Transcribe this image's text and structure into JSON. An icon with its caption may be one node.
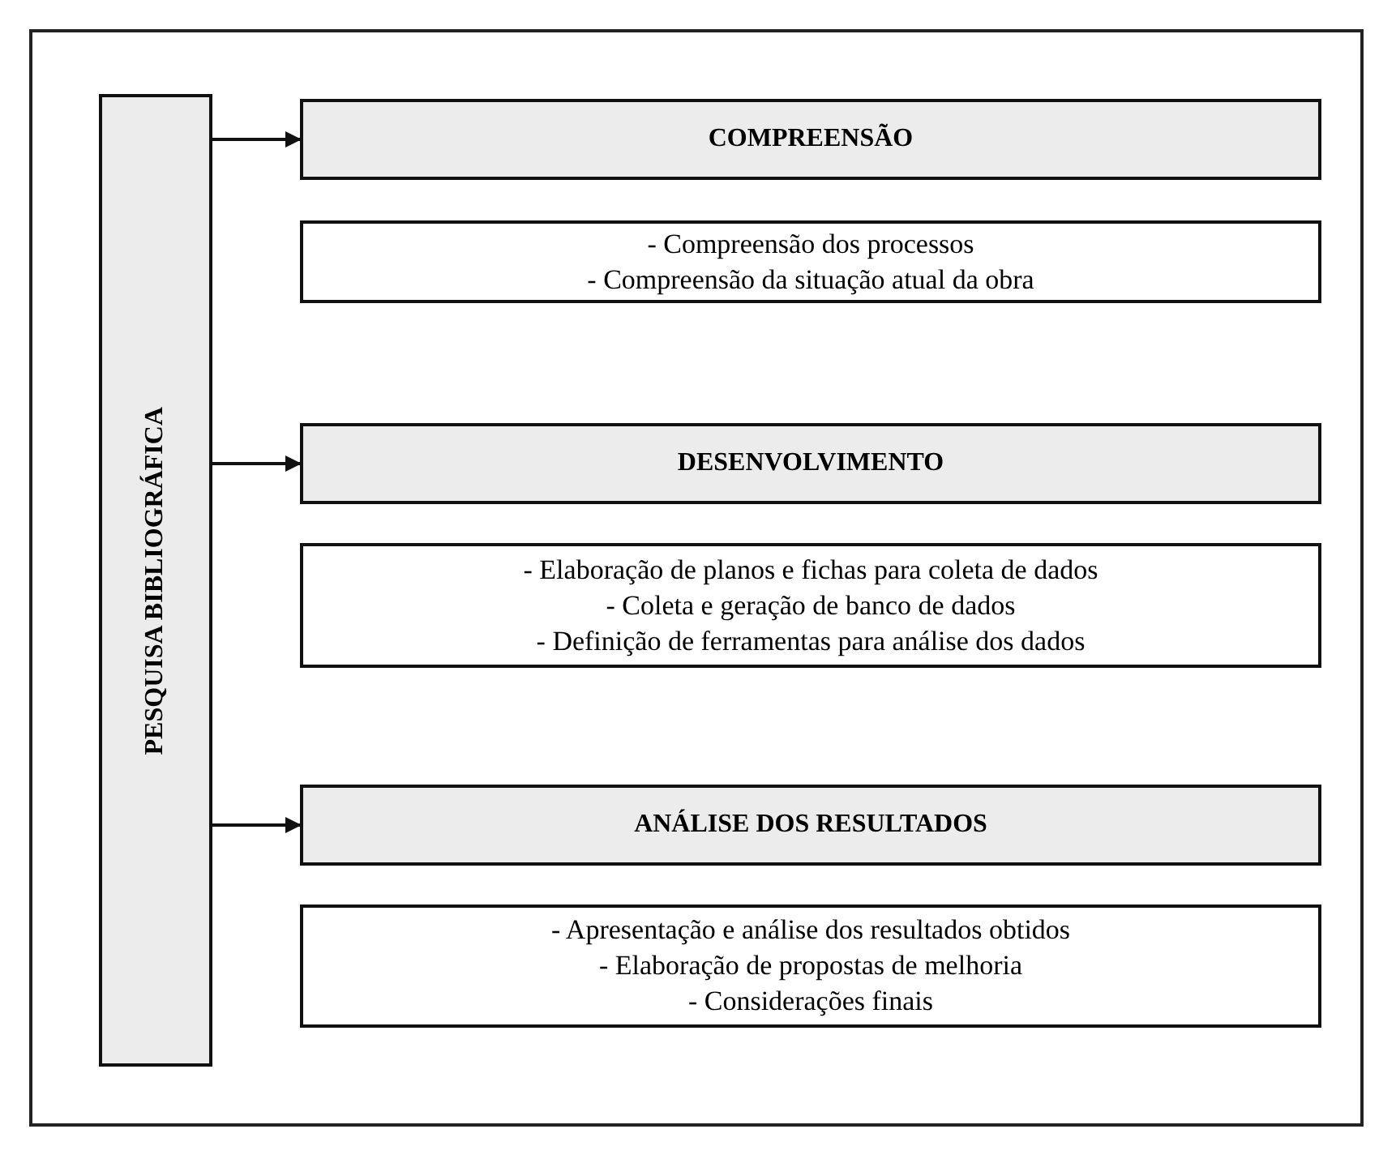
{
  "diagram": {
    "nodes": [
      {
        "text": [
          "PESQUISA BIBLIOGRÁFICA"
        ]
      },
      {
        "text": [
          "COMPREENSÃO"
        ]
      },
      {
        "text": [
          "- Compreensão dos processos",
          "- Compreensão da situação atual da obra"
        ]
      },
      {
        "text": [
          "DESENVOLVIMENTO"
        ]
      },
      {
        "text": [
          "- Elaboração de planos e fichas para coleta de dados",
          "- Coleta e geração de banco de dados",
          "- Definição de ferramentas para análise dos dados"
        ]
      },
      {
        "text": [
          "ANÁLISE DOS RESULTADOS"
        ]
      },
      {
        "text": [
          "- Apresentação e análise dos resultados obtidos",
          "- Elaboração de propostas de melhoria",
          "- Considerações finais"
        ]
      }
    ],
    "edges": [
      {
        "from": 0,
        "to": 1,
        "arrow": "to"
      },
      {
        "from": 0,
        "to": 3,
        "arrow": "to"
      },
      {
        "from": 0,
        "to": 5,
        "arrow": "to"
      }
    ]
  }
}
